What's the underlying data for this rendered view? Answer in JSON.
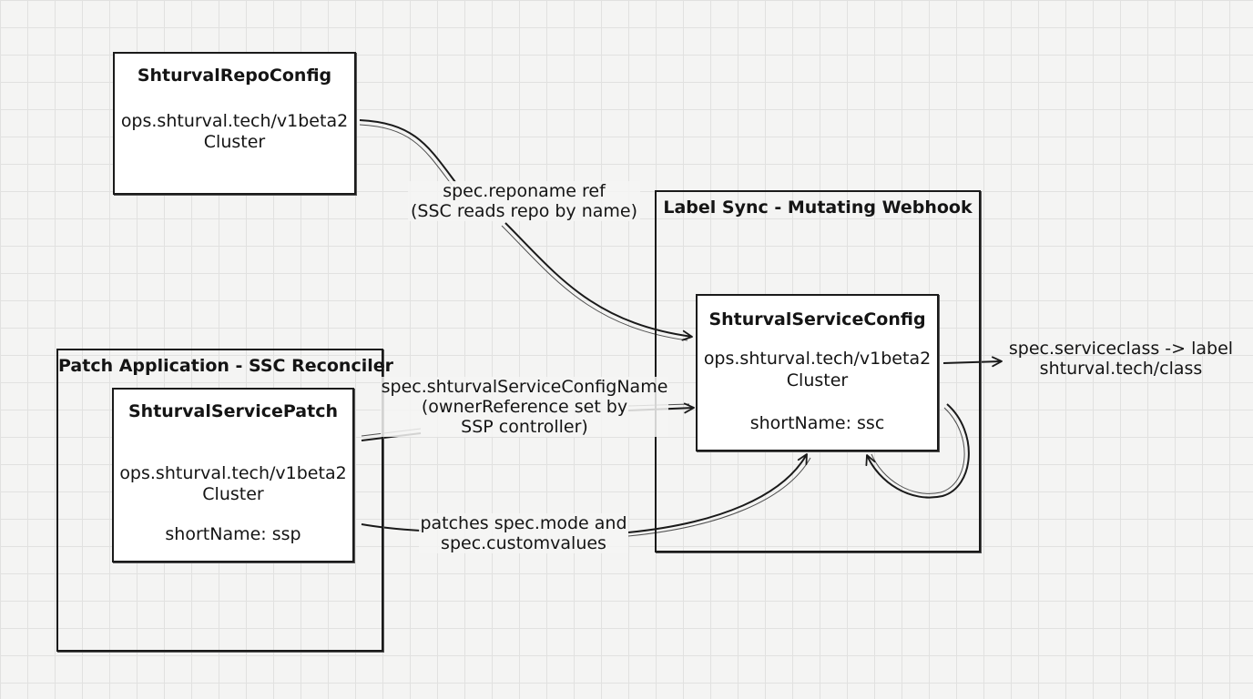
{
  "nodes": {
    "repo_config": {
      "title": "ShturvalRepoConfig",
      "group": "ops.shturval.tech/v1beta2",
      "scope": "Cluster"
    },
    "service_config": {
      "title": "ShturvalServiceConfig",
      "group": "ops.shturval.tech/v1beta2",
      "scope": "Cluster",
      "short_name": "shortName: ssc"
    },
    "service_patch": {
      "title": "ShturvalServicePatch",
      "group": "ops.shturval.tech/v1beta2",
      "scope": "Cluster",
      "short_name": "shortName: ssp"
    }
  },
  "groups": {
    "label_sync": "Label Sync - Mutating Webhook",
    "patch_application": "Patch Application - SSC Reconciler"
  },
  "edges": {
    "reponame": {
      "line1": "spec.reponame ref",
      "line2": "(SSC reads repo by name)"
    },
    "owner_ref": {
      "line1": "spec.shturvalServiceConfigName",
      "line2": "(ownerReference set by",
      "line3": "SSP controller)"
    },
    "patches": {
      "line1": "patches spec.mode and",
      "line2": "spec.customvalues"
    },
    "serviceclass": {
      "line1": "spec.serviceclass -> label",
      "line2": "shturval.tech/class"
    }
  },
  "colors": {
    "background": "#f4f4f3",
    "grid": "#e1e1e0",
    "stroke": "#1a1a1a"
  }
}
